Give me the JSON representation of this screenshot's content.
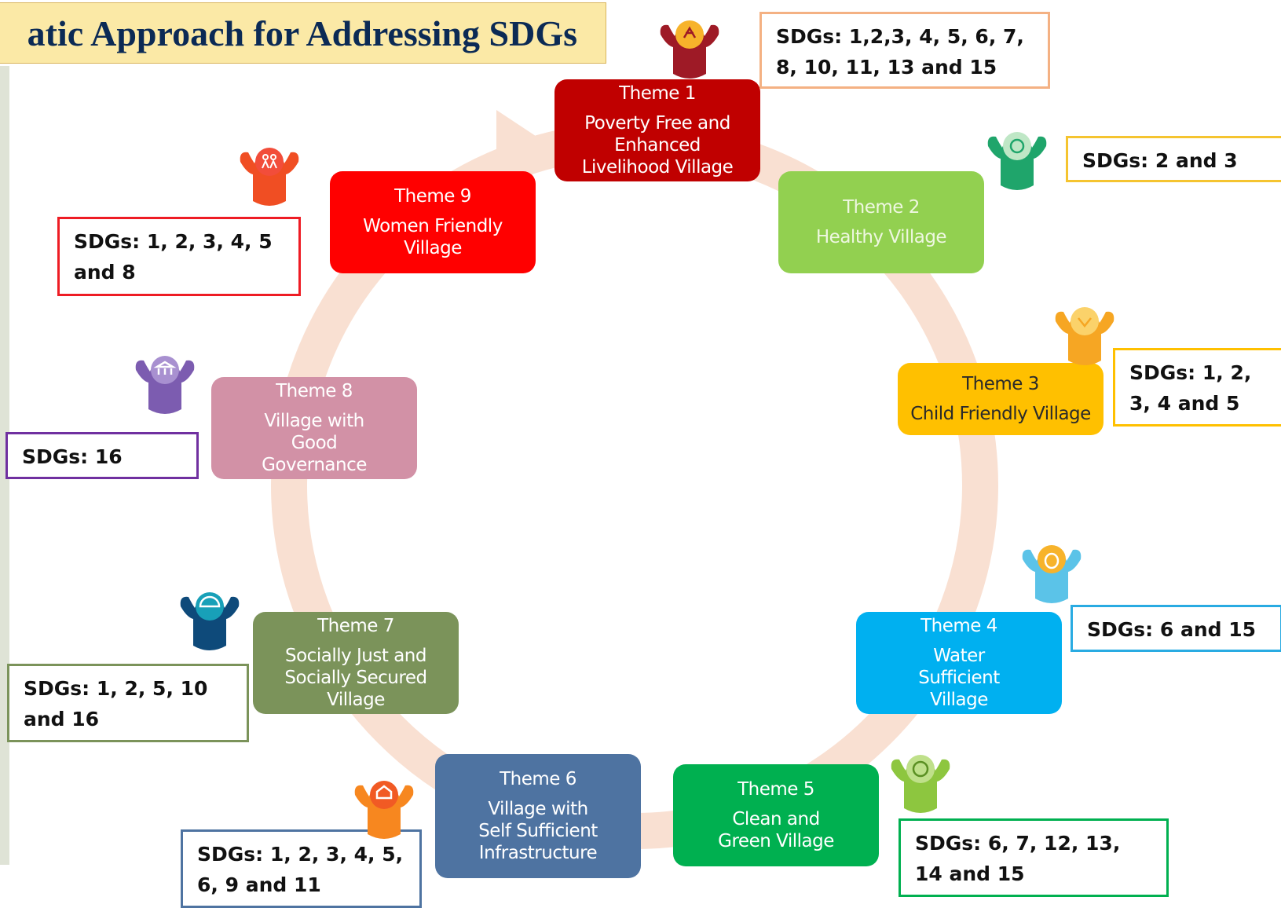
{
  "title": "atic Approach for Addressing SDGs",
  "themes": [
    {
      "number": "Theme 1",
      "name": "Poverty Free and Enhanced Livelihood Village",
      "sdgs": "SDGs: 1,2,3, 4, 5, 6, 7, 8, 10, 11, 13 and 15",
      "color": "#c00000",
      "border": "#f4b183",
      "badge_color": "#9e1a26",
      "badge_icon": "livelihood-icon"
    },
    {
      "number": "Theme 2",
      "name": "Healthy Village",
      "sdgs": "SDGs: 2 and 3",
      "color": "#92d050",
      "border": "#f5c430",
      "badge_color": "#1fa56b",
      "badge_icon": "health-icon"
    },
    {
      "number": "Theme 3",
      "name": "Child Friendly Village",
      "sdgs": "SDGs: 1, 2, 3, 4 and 5",
      "color": "#ffc000",
      "border": "#ffc000",
      "badge_color": "#f6a623",
      "badge_icon": "child-icon"
    },
    {
      "number": "Theme 4",
      "name": "Water Sufficient Village",
      "sdgs": "SDGs: 6 and 15",
      "color": "#00b0f0",
      "border": "#29abe2",
      "badge_color": "#5bc3e8",
      "badge_icon": "water-pot-icon"
    },
    {
      "number": "Theme 5",
      "name": "Clean and Green Village",
      "sdgs": "SDGs: 6, 7, 12, 13, 14 and 15",
      "color": "#00b050",
      "border": "#00b050",
      "badge_color": "#8dc63f",
      "badge_icon": "green-globe-icon"
    },
    {
      "number": "Theme 6",
      "name": "Village with Self Sufficient Infrastructure",
      "sdgs": "SDGs: 1, 2, 3, 4, 5, 6, 9 and 11",
      "color": "#4e73a1",
      "border": "#4e73a1",
      "badge_color": "#f7871f",
      "badge_icon": "house-icon"
    },
    {
      "number": "Theme 7",
      "name": "Socially Just and Socially Secured Village",
      "sdgs": "SDGs: 1, 2, 5, 10 and 16",
      "color": "#7b935a",
      "border": "#7b935a",
      "badge_color": "#0e4a7a",
      "badge_icon": "umbrella-people-icon"
    },
    {
      "number": "Theme 8",
      "name": "Village with Good Governance",
      "sdgs": "SDGs: 16",
      "color": "#d291a6",
      "border": "#7030a0",
      "badge_color": "#7c5cb0",
      "badge_icon": "governance-building-icon"
    },
    {
      "number": "Theme 9",
      "name": "Women Friendly Village",
      "sdgs": "SDGs: 1, 2, 3, 4, 5 and 8",
      "color": "#ff0000",
      "border": "#ee1c24",
      "badge_color": "#f04e23",
      "badge_icon": "women-icon"
    }
  ],
  "cycle_color": "#f7dccc"
}
